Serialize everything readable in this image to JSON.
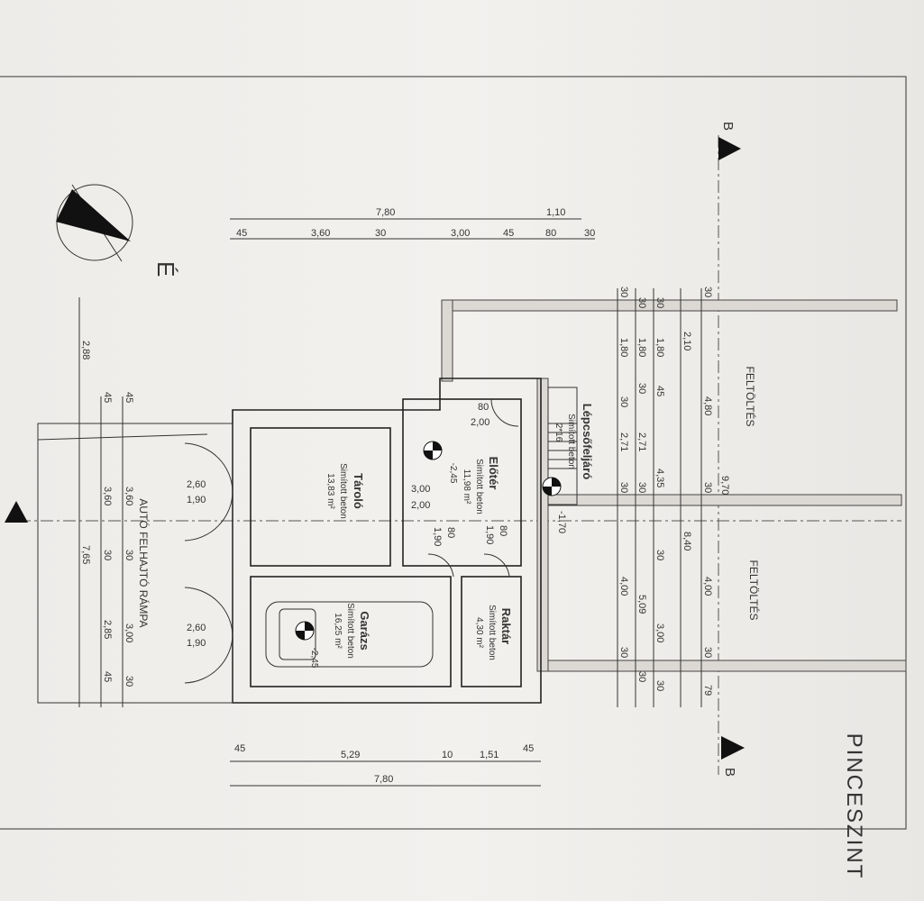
{
  "title": "PINCESZINT",
  "north_label": "É",
  "section_label": "B",
  "rooms": {
    "taroló": {
      "name": "Tároló",
      "floor": "Simított beton",
      "area": "13,83 m²"
    },
    "eloter": {
      "name": "Előtér",
      "floor": "Simított beton",
      "area": "11,98 m²",
      "level": "-2,45"
    },
    "garazs": {
      "name": "Garázs",
      "floor": "Simított beton",
      "area": "16,25 m²",
      "level": "-2,45"
    },
    "raktar": {
      "name": "Raktár",
      "floor": "Simított beton",
      "area": "4,30 m²"
    },
    "lepcso": {
      "name": "Lépcsőfeljáró",
      "floor": "Simított beton",
      "steps": "2*16"
    }
  },
  "labels": {
    "ramp": "AUTÓ FELHAJTÓ RÁMPA",
    "fill1": "FELTÖLTÉS",
    "fill2": "FELTÖLTÉS"
  },
  "openings": {
    "door_top": [
      "80",
      "2,00"
    ],
    "window_mid": [
      "3,00",
      "2,00"
    ],
    "door_eloter_left": [
      "80",
      "1,90"
    ],
    "door_eloter_right": [
      "80",
      "1,90"
    ],
    "gate1": [
      "2,60",
      "1,90"
    ],
    "gate2": [
      "2,60",
      "1,90"
    ],
    "stair_level": "-1,70"
  },
  "dims": {
    "top_total": "7,80",
    "top_extra": "1,10",
    "top_chain": [
      "45",
      "3,60",
      "30",
      "3,00",
      "45",
      "80",
      "30"
    ],
    "bottom_chain": [
      "45",
      "5,29",
      "10",
      "1,51",
      "45"
    ],
    "bottom_total": "7,80",
    "left_a": [
      "2,88",
      "7,65"
    ],
    "left_b": [
      "45",
      "3,60",
      "30",
      "2,85",
      "45"
    ],
    "left_c": [
      "45",
      "3,60",
      "30",
      "3,00",
      "30"
    ],
    "right_a": [
      "30",
      "1,80",
      "30",
      "2,71",
      "30",
      "4,00",
      "30"
    ],
    "right_b": [
      "30",
      "1,80",
      "30",
      "2,71",
      "30",
      "5,09",
      "30"
    ],
    "right_c": [
      "30",
      "1,80",
      "45",
      "4,35",
      "30",
      "3,00",
      "30"
    ],
    "right_d": [
      "2,10",
      "8,40"
    ],
    "right_e": [
      "30",
      "4,80",
      "30",
      "4,00",
      "30",
      "79"
    ],
    "right_f": "9,70"
  }
}
